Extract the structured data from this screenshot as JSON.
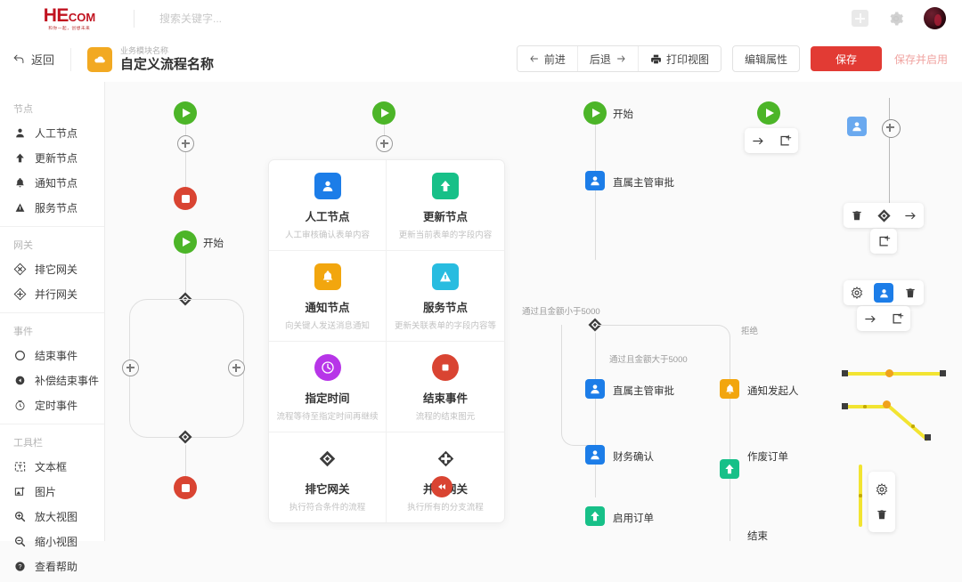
{
  "header": {
    "logo_main": "HE",
    "logo_main_small": "COM",
    "logo_tagline": "和你一起，创想未来",
    "search_placeholder": "搜索关键字...",
    "icons": {
      "add": "plus-icon",
      "settings": "gear-icon",
      "avatar": "user-avatar"
    }
  },
  "subheader": {
    "back_label": "返回",
    "module_caption": "业务模块名称",
    "flow_title": "自定义流程名称",
    "toolbar": {
      "forward": "前进",
      "backward": "后退",
      "print": "打印视图",
      "edit_props": "编辑属性",
      "save": "保存",
      "save_enable": "保存并启用",
      "save_color": "#e23b34"
    }
  },
  "sidebar": {
    "sections": [
      {
        "title": "节点",
        "items": [
          {
            "label": "人工节点",
            "icon": "person-icon"
          },
          {
            "label": "更新节点",
            "icon": "arrow-up-icon"
          },
          {
            "label": "通知节点",
            "icon": "bell-icon"
          },
          {
            "label": "服务节点",
            "icon": "service-icon"
          }
        ]
      },
      {
        "title": "网关",
        "items": [
          {
            "label": "排它网关",
            "icon": "exclusive-gateway-icon"
          },
          {
            "label": "并行网关",
            "icon": "parallel-gateway-icon"
          }
        ]
      },
      {
        "title": "事件",
        "items": [
          {
            "label": "结束事件",
            "icon": "circle-icon"
          },
          {
            "label": "补偿结束事件",
            "icon": "compensate-end-icon"
          },
          {
            "label": "定时事件",
            "icon": "timer-icon"
          }
        ]
      },
      {
        "title": "工具栏",
        "items": [
          {
            "label": "文本框",
            "icon": "textbox-icon"
          },
          {
            "label": "图片",
            "icon": "image-icon"
          },
          {
            "label": "放大视图",
            "icon": "zoom-in-icon"
          },
          {
            "label": "缩小视图",
            "icon": "zoom-out-icon"
          },
          {
            "label": "查看帮助",
            "icon": "help-icon"
          }
        ]
      }
    ]
  },
  "palette": {
    "items": [
      {
        "name": "人工节点",
        "desc": "人工审核确认表单内容",
        "icon": "person-icon",
        "color": "#1c7de8"
      },
      {
        "name": "更新节点",
        "desc": "更新当前表单的字段内容",
        "icon": "arrow-up-icon",
        "color": "#17c088"
      },
      {
        "name": "通知节点",
        "desc": "向关键人发送消息通知",
        "icon": "bell-icon",
        "color": "#f2a60e"
      },
      {
        "name": "服务节点",
        "desc": "更新关联表单的字段内容等",
        "icon": "service-icon",
        "color": "#28bce0"
      },
      {
        "name": "指定时间",
        "desc": "流程等待至指定时间再继续",
        "icon": "timer-icon",
        "color": "#b735e8"
      },
      {
        "name": "结束事件",
        "desc": "流程的结束图元",
        "icon": "end-event-icon",
        "color": "#d94432"
      },
      {
        "name": "排它网关",
        "desc": "执行符合条件的流程",
        "icon": "exclusive-gateway-icon",
        "color": "#3c3c3c"
      },
      {
        "name": "并行网关",
        "desc": "执行所有的分支流程",
        "icon": "parallel-gateway-icon",
        "color": "#3c3c3c"
      }
    ]
  },
  "flow": {
    "nodes": [
      {
        "id": "start",
        "label": "开始",
        "type": "start"
      },
      {
        "id": "approve1",
        "label": "直属主管审批",
        "type": "user",
        "color": "#1c7de8"
      },
      {
        "id": "approve2",
        "label": "直属主管审批",
        "type": "user",
        "color": "#1c7de8"
      },
      {
        "id": "finance",
        "label": "财务确认",
        "type": "user",
        "color": "#1c7de8"
      },
      {
        "id": "enable_order",
        "label": "启用订单",
        "type": "update",
        "color": "#17c088"
      },
      {
        "id": "end1",
        "label": "结束",
        "type": "end"
      },
      {
        "id": "notify",
        "label": "通知发起人",
        "type": "notify",
        "color": "#f2a60e"
      },
      {
        "id": "void_order",
        "label": "作废订单",
        "type": "update",
        "color": "#17c088"
      },
      {
        "id": "end2",
        "label": "结束",
        "type": "end"
      }
    ],
    "edge_labels": {
      "left_branch": "通过且金额小于5000",
      "center_branch": "通过且金额大于5000",
      "right_branch": "拒绝"
    }
  },
  "hover_toolbars": {
    "edge_toolbar": [
      "delete-icon",
      "gateway-icon",
      "arrow-icon",
      "add-node-icon"
    ],
    "node_toolbar": [
      "gear-icon",
      "person-icon",
      "delete-icon",
      "arrow-icon",
      "add-node-icon"
    ],
    "edge_menu": [
      "gear-icon",
      "delete-icon"
    ]
  },
  "colors": {
    "accent_red": "#e23b34",
    "node_blue": "#1c7de8",
    "node_green": "#17c088",
    "node_orange": "#f2a60e",
    "node_cyan": "#28bce0",
    "node_purple": "#b735e8",
    "start_green": "#4cb528",
    "end_red": "#d94432",
    "edge_yellow": "#f2e431"
  }
}
